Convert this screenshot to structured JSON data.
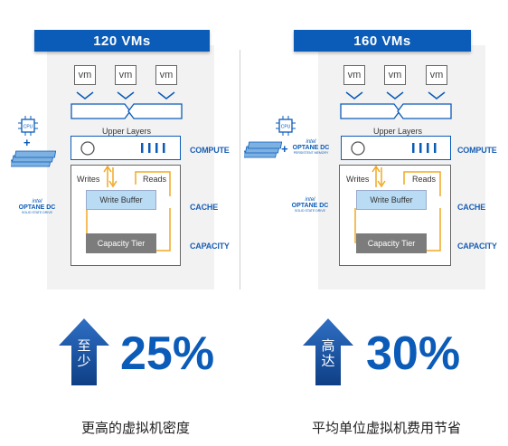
{
  "left": {
    "title": "120 VMs",
    "vms": [
      "vm",
      "vm",
      "vm"
    ],
    "upper_layers": "Upper Layers",
    "writes": "Writes",
    "reads": "Reads",
    "write_buffer": "Write Buffer",
    "capacity_tier": "Capacity Tier",
    "compute_label": "COMPUTE",
    "cache_label": "CACHE",
    "capacity_label": "CAPACITY",
    "chip_text": "CPU",
    "optane_brand": "OPTANE DC",
    "optane_sub": "SOLID STATE DRIVE",
    "intel": "intel",
    "arrow_text": [
      "至",
      "少"
    ],
    "percent": "25%",
    "caption": "更高的虚拟机密度"
  },
  "right": {
    "title": "160 VMs",
    "vms": [
      "vm",
      "vm",
      "vm"
    ],
    "upper_layers": "Upper Layers",
    "writes": "Writes",
    "reads": "Reads",
    "write_buffer": "Write Buffer",
    "capacity_tier": "Capacity Tier",
    "compute_label": "COMPUTE",
    "cache_label": "CACHE",
    "capacity_label": "CAPACITY",
    "chip_text": "CPU",
    "optane_brand": "OPTANE DC",
    "optane_sub": "SOLID STATE DRIVE",
    "pmem_brand": "OPTANE DC",
    "pmem_sub": "PERSISTENT MEMORY",
    "intel": "intel",
    "arrow_text": [
      "高",
      "达"
    ],
    "percent": "30%",
    "caption": "平均单位虚拟机费用节省"
  },
  "colors": {
    "brand_blue": "#0b5bb8",
    "orange": "#f0a824",
    "buffer_blue": "#b9dbf4",
    "tier_gray": "#7c7c7c"
  }
}
